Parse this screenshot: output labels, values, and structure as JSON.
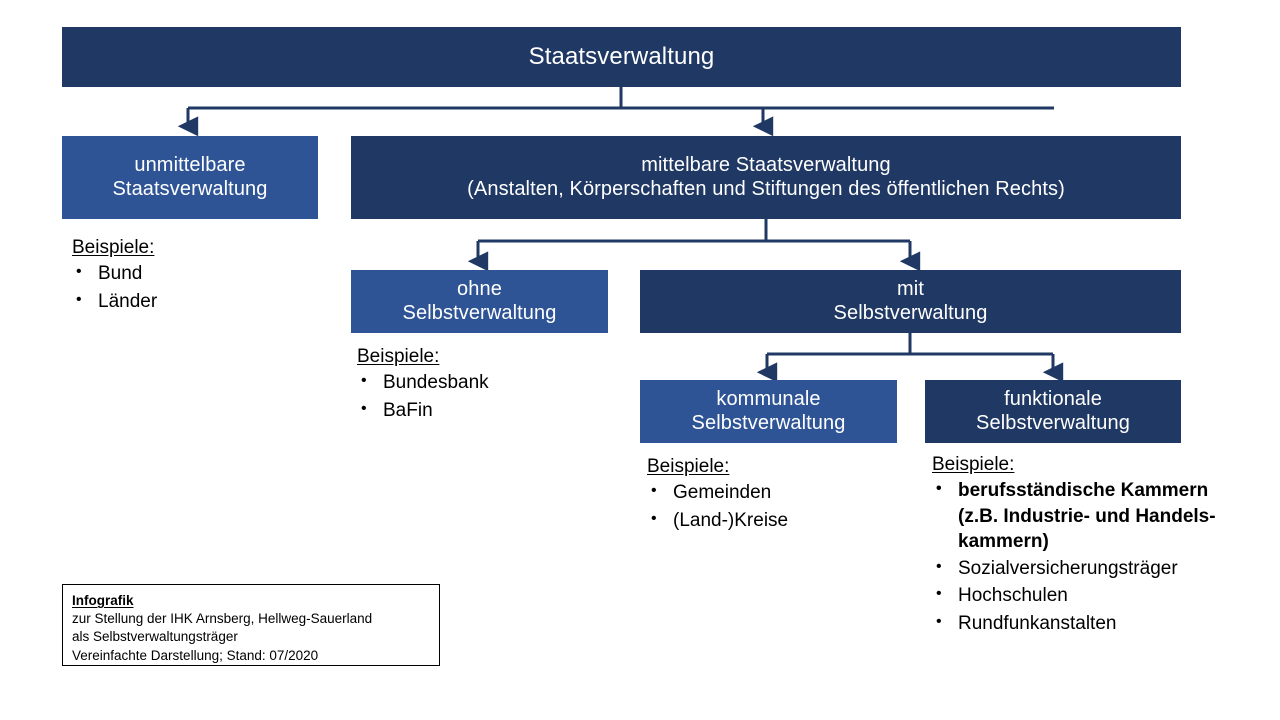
{
  "diagram": {
    "title": "Staatsverwaltung Organigramm",
    "colors": {
      "navy": "#1F3864",
      "blue": "#2E5496",
      "connector": "#1F3864",
      "text_on_box": "#FFFFFF",
      "text_body": "#000000",
      "background": "#FFFFFF"
    },
    "nodes": {
      "root": {
        "lines": [
          "Staatsverwaltung"
        ]
      },
      "unmittelbare": {
        "lines": [
          "unmittelbare",
          "Staatsverwaltung"
        ]
      },
      "mittelbare": {
        "lines": [
          "mittelbare Staatsverwaltung",
          "(Anstalten, Körperschaften und Stiftungen des öffentlichen Rechts)"
        ]
      },
      "ohne": {
        "lines": [
          "ohne",
          "Selbstverwaltung"
        ]
      },
      "mit": {
        "lines": [
          "mit",
          "Selbstverwaltung"
        ]
      },
      "kommunale": {
        "lines": [
          "kommunale",
          "Selbstverwaltung"
        ]
      },
      "funktionale": {
        "lines": [
          "funktionale",
          "Selbstverwaltung"
        ]
      }
    },
    "examples": {
      "unmittelbare": {
        "heading": "Beispiele:",
        "items": [
          {
            "text": "Bund",
            "bold": false
          },
          {
            "text": "Länder",
            "bold": false
          }
        ]
      },
      "ohne": {
        "heading": "Beispiele:",
        "items": [
          {
            "text": "Bundesbank",
            "bold": false
          },
          {
            "text": "BaFin",
            "bold": false
          }
        ]
      },
      "kommunale": {
        "heading": "Beispiele:",
        "items": [
          {
            "text": "Gemeinden",
            "bold": false
          },
          {
            "text": "(Land-)Kreise",
            "bold": false
          }
        ]
      },
      "funktionale": {
        "heading": "Beispiele:",
        "items": [
          {
            "text": "berufsständische Kammern (z.B. Industrie- und Handels-kammern)",
            "bold": true
          },
          {
            "text": "Sozialversicherungsträger",
            "bold": false
          },
          {
            "text": "Hochschulen",
            "bold": false
          },
          {
            "text": "Rundfunkanstalten",
            "bold": false
          }
        ]
      }
    },
    "caption": {
      "title": "Infografik",
      "line1": "zur Stellung der IHK Arnsberg, Hellweg-Sauerland",
      "line2": "als Selbstverwaltungsträger",
      "line3": "Vereinfachte Darstellung;  Stand: 07/2020"
    },
    "bullet_glyph": "•"
  }
}
